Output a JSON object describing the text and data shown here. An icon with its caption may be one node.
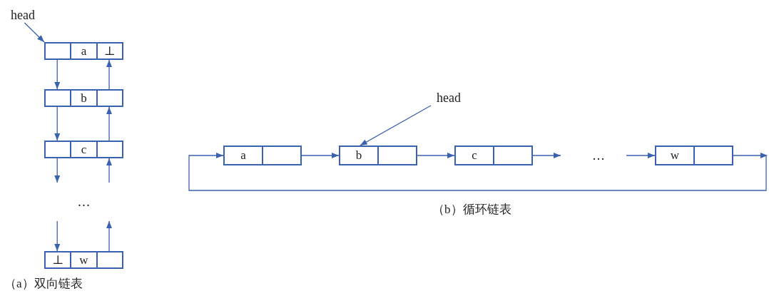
{
  "diagram": {
    "nodes": [
      {
        "text": [
          "head"
        ]
      },
      {
        "text": [
          "a",
          "⊥"
        ]
      },
      {
        "text": [
          "b"
        ]
      },
      {
        "text": [
          "c"
        ]
      },
      {
        "text": [
          "…"
        ]
      },
      {
        "text": [
          "⊥",
          "w"
        ]
      },
      {
        "text": [
          "head"
        ]
      },
      {
        "text": [
          "a"
        ]
      },
      {
        "text": [
          "b"
        ]
      },
      {
        "text": [
          "c"
        ]
      },
      {
        "text": [
          "…"
        ]
      },
      {
        "text": [
          "w"
        ]
      }
    ],
    "edges": [
      {
        "from": 0,
        "to": 1,
        "arrow": "to"
      },
      {
        "from": 1,
        "to": 2,
        "arrow": "to"
      },
      {
        "from": 2,
        "to": 3,
        "arrow": "to"
      },
      {
        "from": 3,
        "to": 4,
        "arrow": "to"
      },
      {
        "from": 4,
        "to": 5,
        "arrow": "to"
      },
      {
        "from": 2,
        "to": 1,
        "arrow": "to"
      },
      {
        "from": 3,
        "to": 2,
        "arrow": "to"
      },
      {
        "from": 4,
        "to": 3,
        "arrow": "to"
      },
      {
        "from": 5,
        "to": 4,
        "arrow": "to"
      },
      {
        "from": 6,
        "to": 8,
        "arrow": "to"
      },
      {
        "from": 7,
        "to": 8,
        "arrow": "to"
      },
      {
        "from": 8,
        "to": 9,
        "arrow": "to"
      },
      {
        "from": 9,
        "to": 10,
        "arrow": "to"
      },
      {
        "from": 10,
        "to": 11,
        "arrow": "to"
      },
      {
        "from": 11,
        "to": 7,
        "arrow": "to"
      }
    ],
    "labels": [
      "（a）双向链表",
      "（b）循环链表"
    ]
  }
}
